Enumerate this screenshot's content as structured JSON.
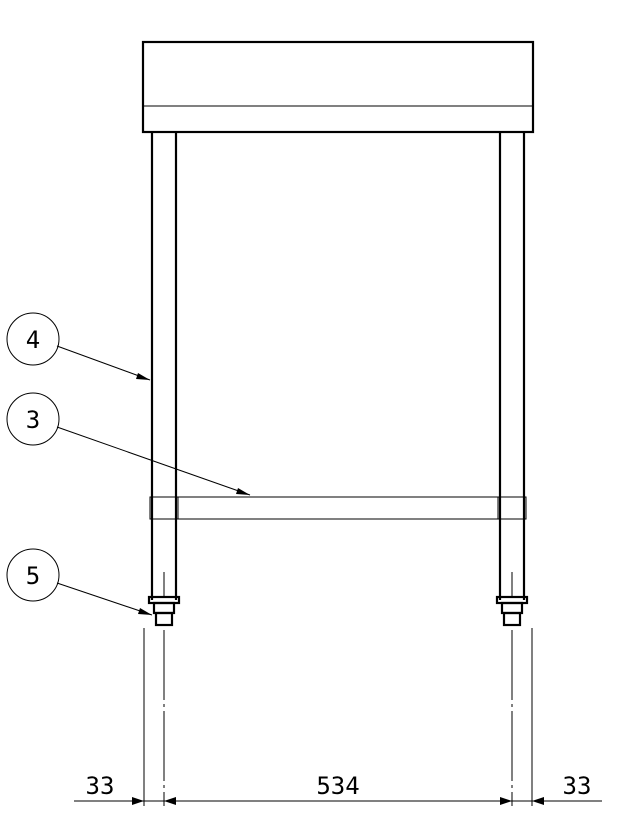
{
  "callouts": [
    {
      "id": "4"
    },
    {
      "id": "3"
    },
    {
      "id": "5"
    }
  ],
  "dimensions": {
    "left_offset": "33",
    "span": "534",
    "right_offset": "33"
  }
}
